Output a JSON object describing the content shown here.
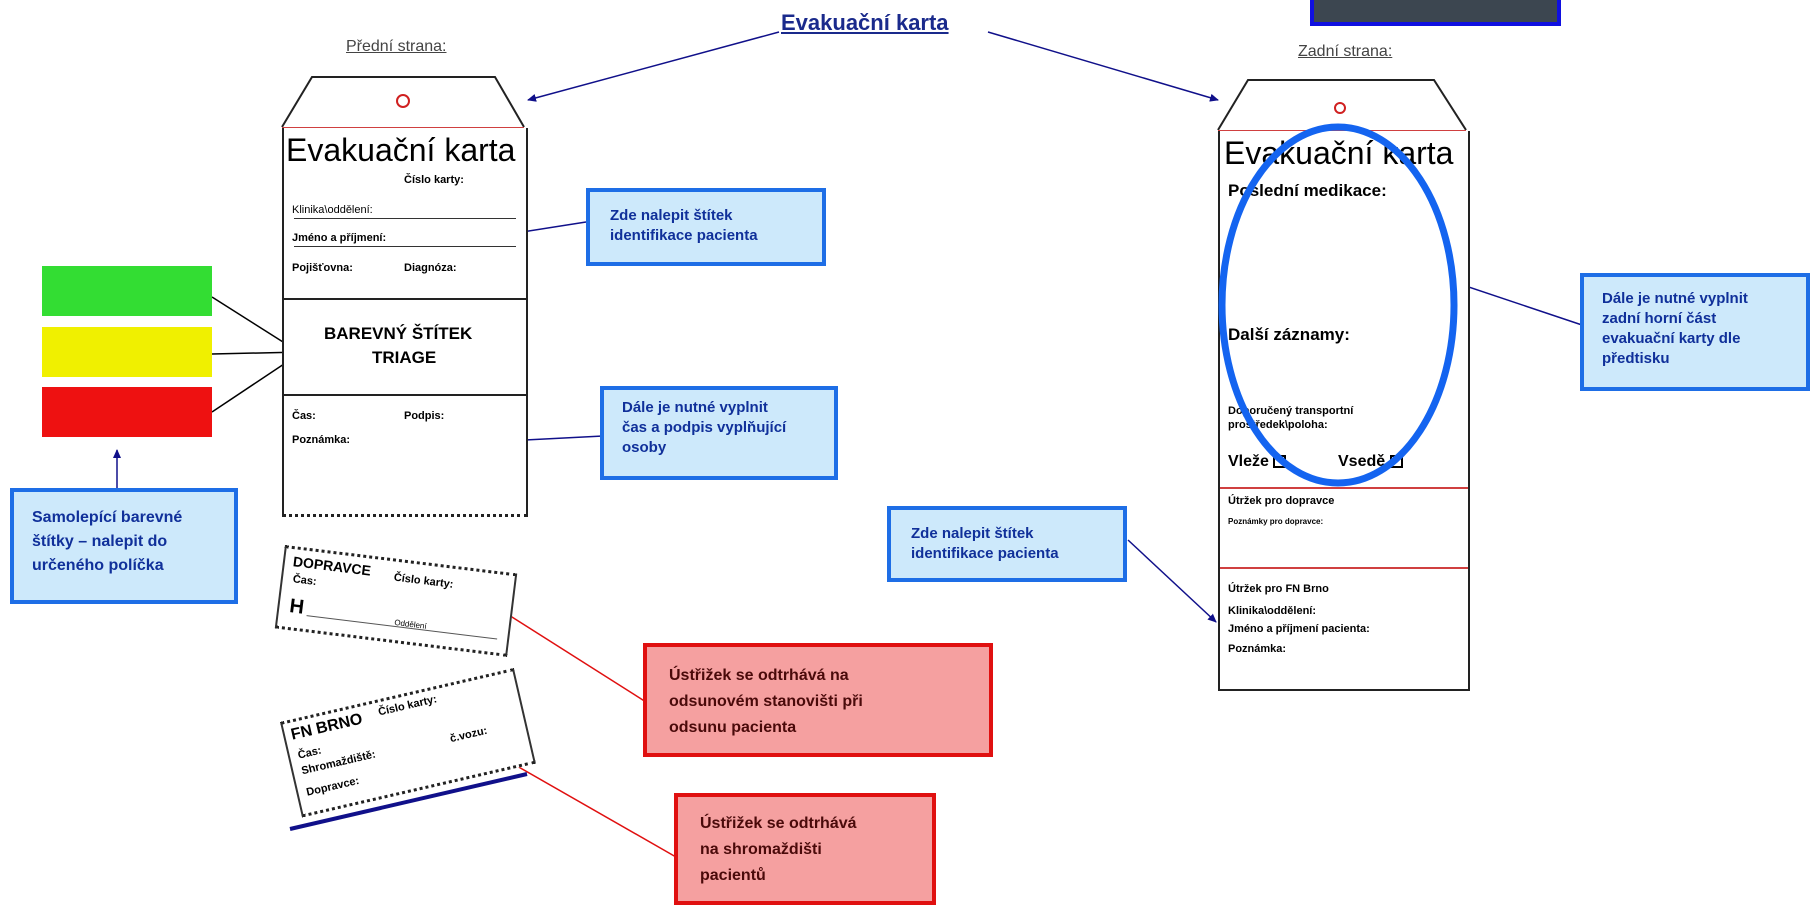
{
  "title": "Evakuační karta",
  "front_label": "Přední strana:",
  "back_label": "Zadní strana:",
  "front_card": {
    "heading": "Evakuační karta",
    "card_number": "Číslo karty:",
    "clinic": "Klinika\\oddělení:",
    "name": "Jméno a příjmení:",
    "insurance": "Pojišťovna:",
    "diagnosis": "Diagnóza:",
    "triage_line1": "BAREVNÝ ŠTÍTEK",
    "triage_line2": "TRIAGE",
    "time": "Čas:",
    "signature": "Podpis:",
    "note": "Poznámka:"
  },
  "stub_carrier": {
    "heading": "DOPRAVCE",
    "card_number": "Číslo karty:",
    "time": "Čas:",
    "h": "H",
    "department": "Oddělení"
  },
  "stub_fn": {
    "heading": "FN BRNO",
    "card_number": "Číslo karty:",
    "time": "Čas:",
    "gathering": "Shromaždiště:",
    "vehicle": "č.vozu:",
    "carrier": "Dopravce:"
  },
  "back_card": {
    "heading": "Evakuační karta",
    "last_medication": "Poslední medikace:",
    "other_records": "Další záznamy:",
    "transport_line1": "Doporučený transportní",
    "transport_line2": "prostředek\\poloha:",
    "lying": "Vleže",
    "sitting": "Vsedě",
    "stub_carrier": "Útržek pro dopravce",
    "carrier_notes": "Poznámky pro dopravce:",
    "stub_fn": "Útržek pro FN Brno",
    "clinic": "Klinika\\oddělení:",
    "patient_name": "Jméno a příjmení pacienta:",
    "note": "Poznámka:"
  },
  "callouts": {
    "sticker_front": [
      "Zde nalepit štítek",
      "identifikace pacienta"
    ],
    "time_signature": [
      "Dále je nutné vyplnit",
      "čas a podpis vyplňující",
      "osoby"
    ],
    "colored_labels": [
      "Samolepící barevné",
      "štítky – nalepit do",
      "určeného políčka"
    ],
    "tear_carrier": [
      "Ústřižek se odtrhává na",
      "odsunovém stanovišti při",
      "odsunu pacienta"
    ],
    "tear_gathering": [
      "Ústřižek se odtrhává",
      "na shromaždišti",
      "pacientů"
    ],
    "sticker_back": [
      "Zde nalepit štítek",
      "identifikace pacienta"
    ],
    "back_top": [
      "Dále je nutné vyplnit",
      "zadní horní  část",
      "evakuační karty dle",
      "předtisku"
    ]
  },
  "colors": {
    "swatch_green": "#33dd33",
    "swatch_yellow": "#f0f000",
    "swatch_red": "#ee1111",
    "arrow_blue": "#10108a",
    "arrow_red": "#e01010",
    "ellipse_blue": "#1464f0"
  },
  "icons": {
    "checkbox": "checkbox-icon",
    "hole": "hole-icon"
  }
}
